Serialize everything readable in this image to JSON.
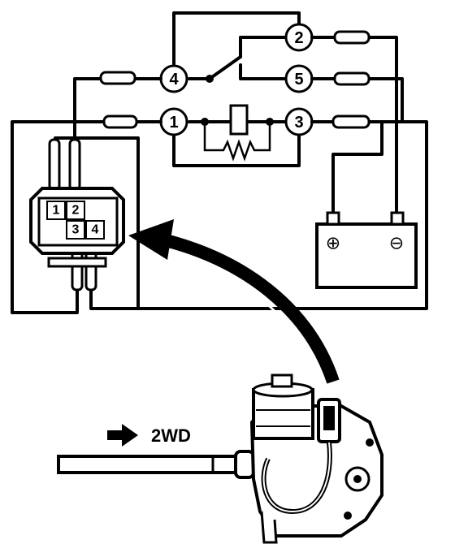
{
  "relay_terminals": [
    "1",
    "2",
    "3",
    "4",
    "5"
  ],
  "connector_pins": [
    "1",
    "2",
    "3",
    "4"
  ],
  "battery": {
    "positive_symbol": "⊕",
    "negative_symbol": "⊖"
  },
  "direction_label": "2WD"
}
